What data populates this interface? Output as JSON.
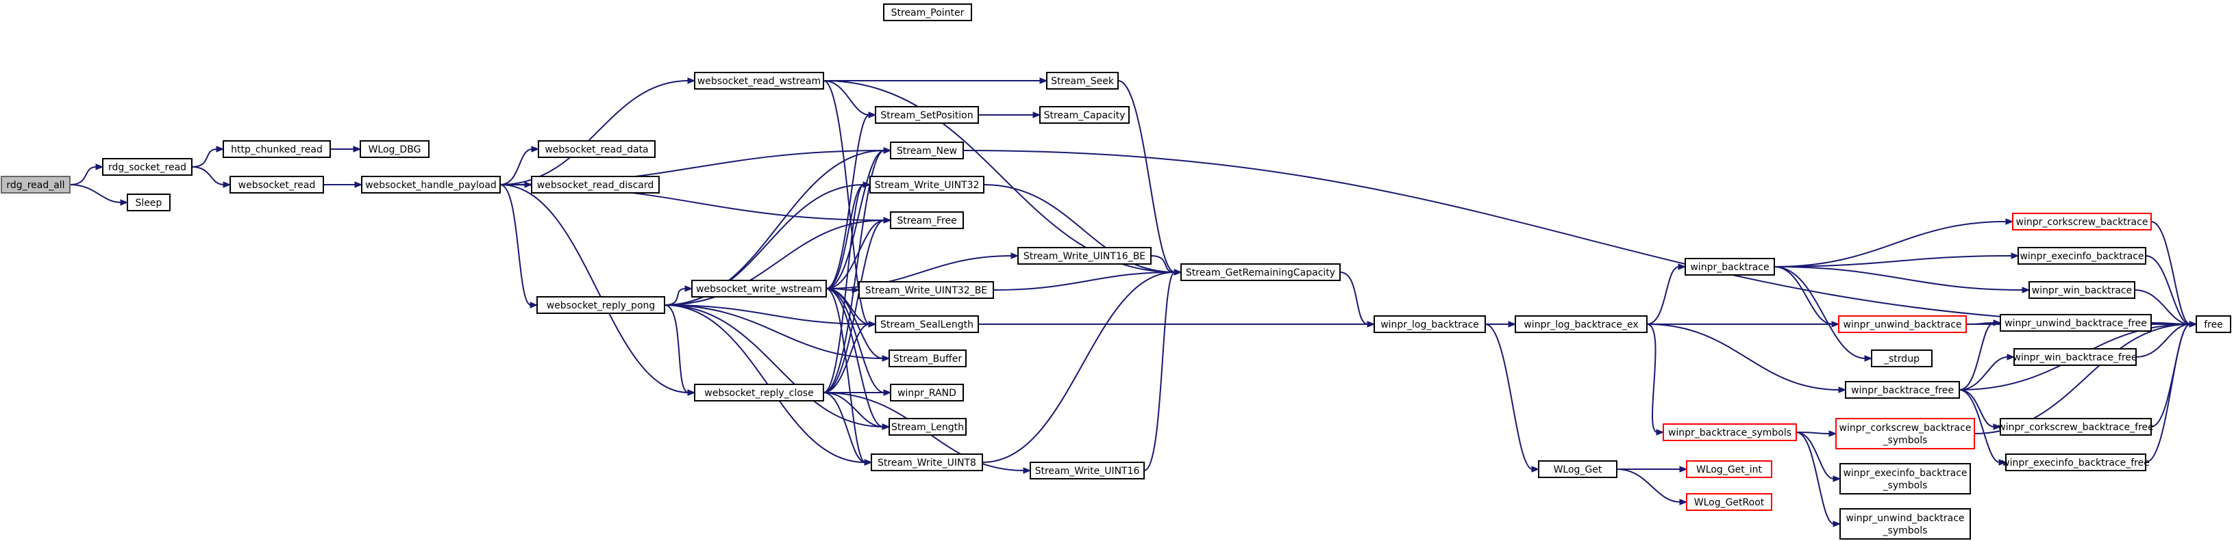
{
  "colors": {
    "edge": "#191970",
    "node_fill": "#ffffff",
    "node_border": "#000000",
    "node_border_truncated": "#ff0000",
    "node_fill_focus": "#bfbfbf",
    "node_border_focus": "#666666"
  },
  "nodes": [
    {
      "id": "rdg_read_all",
      "lines": [
        "rdg_read_all"
      ],
      "kind": "focus"
    },
    {
      "id": "rdg_socket_read",
      "lines": [
        "rdg_socket_read"
      ],
      "kind": "normal"
    },
    {
      "id": "Sleep",
      "lines": [
        "Sleep"
      ],
      "kind": "normal"
    },
    {
      "id": "http_chunked_read",
      "lines": [
        "http_chunked_read"
      ],
      "kind": "normal"
    },
    {
      "id": "websocket_read",
      "lines": [
        "websocket_read"
      ],
      "kind": "normal"
    },
    {
      "id": "WLog_DBG",
      "lines": [
        "WLog_DBG"
      ],
      "kind": "normal"
    },
    {
      "id": "websocket_handle_payload",
      "lines": [
        "websocket_handle_payload"
      ],
      "kind": "normal"
    },
    {
      "id": "websocket_read_wstream",
      "lines": [
        "websocket_read_wstream"
      ],
      "kind": "normal"
    },
    {
      "id": "websocket_read_data",
      "lines": [
        "websocket_read_data"
      ],
      "kind": "normal"
    },
    {
      "id": "websocket_read_discard",
      "lines": [
        "websocket_read_discard"
      ],
      "kind": "normal"
    },
    {
      "id": "websocket_reply_pong",
      "lines": [
        "websocket_reply_pong"
      ],
      "kind": "normal"
    },
    {
      "id": "websocket_write_wstream",
      "lines": [
        "websocket_write_wstream"
      ],
      "kind": "normal"
    },
    {
      "id": "websocket_reply_close",
      "lines": [
        "websocket_reply_close"
      ],
      "kind": "normal"
    },
    {
      "id": "Stream_Pointer",
      "lines": [
        "Stream_Pointer"
      ],
      "kind": "normal"
    },
    {
      "id": "Stream_Seek",
      "lines": [
        "Stream_Seek"
      ],
      "kind": "normal"
    },
    {
      "id": "Stream_SetPosition",
      "lines": [
        "Stream_SetPosition"
      ],
      "kind": "normal"
    },
    {
      "id": "Stream_Capacity",
      "lines": [
        "Stream_Capacity"
      ],
      "kind": "normal"
    },
    {
      "id": "Stream_New",
      "lines": [
        "Stream_New"
      ],
      "kind": "normal"
    },
    {
      "id": "Stream_Write_UINT32",
      "lines": [
        "Stream_Write_UINT32"
      ],
      "kind": "normal"
    },
    {
      "id": "Stream_Free",
      "lines": [
        "Stream_Free"
      ],
      "kind": "normal"
    },
    {
      "id": "Stream_Write_UINT16_BE",
      "lines": [
        "Stream_Write_UINT16_BE"
      ],
      "kind": "normal"
    },
    {
      "id": "Stream_Write_UINT32_BE",
      "lines": [
        "Stream_Write_UINT32_BE"
      ],
      "kind": "normal"
    },
    {
      "id": "Stream_GetRemainingCapacity",
      "lines": [
        "Stream_GetRemainingCapacity"
      ],
      "kind": "normal"
    },
    {
      "id": "Stream_SealLength",
      "lines": [
        "Stream_SealLength"
      ],
      "kind": "normal"
    },
    {
      "id": "Stream_Buffer",
      "lines": [
        "Stream_Buffer"
      ],
      "kind": "normal"
    },
    {
      "id": "winpr_RAND",
      "lines": [
        "winpr_RAND"
      ],
      "kind": "normal"
    },
    {
      "id": "Stream_Length",
      "lines": [
        "Stream_Length"
      ],
      "kind": "normal"
    },
    {
      "id": "Stream_Write_UINT8",
      "lines": [
        "Stream_Write_UINT8"
      ],
      "kind": "normal"
    },
    {
      "id": "Stream_Write_UINT16",
      "lines": [
        "Stream_Write_UINT16"
      ],
      "kind": "normal"
    },
    {
      "id": "winpr_log_backtrace",
      "lines": [
        "winpr_log_backtrace"
      ],
      "kind": "normal"
    },
    {
      "id": "winpr_log_backtrace_ex",
      "lines": [
        "winpr_log_backtrace_ex"
      ],
      "kind": "normal"
    },
    {
      "id": "WLog_Get",
      "lines": [
        "WLog_Get"
      ],
      "kind": "normal"
    },
    {
      "id": "WLog_Get_int",
      "lines": [
        "WLog_Get_int"
      ],
      "kind": "truncated"
    },
    {
      "id": "WLog_GetRoot",
      "lines": [
        "WLog_GetRoot"
      ],
      "kind": "truncated"
    },
    {
      "id": "winpr_backtrace",
      "lines": [
        "winpr_backtrace"
      ],
      "kind": "normal"
    },
    {
      "id": "winpr_backtrace_symbols",
      "lines": [
        "winpr_backtrace_symbols"
      ],
      "kind": "truncated"
    },
    {
      "id": "winpr_backtrace_free",
      "lines": [
        "winpr_backtrace_free"
      ],
      "kind": "normal"
    },
    {
      "id": "winpr_corkscrew_backtrace",
      "lines": [
        "winpr_corkscrew_backtrace"
      ],
      "kind": "truncated"
    },
    {
      "id": "winpr_execinfo_backtrace",
      "lines": [
        "winpr_execinfo_backtrace"
      ],
      "kind": "normal"
    },
    {
      "id": "winpr_win_backtrace",
      "lines": [
        "winpr_win_backtrace"
      ],
      "kind": "normal"
    },
    {
      "id": "winpr_unwind_backtrace",
      "lines": [
        "winpr_unwind_backtrace"
      ],
      "kind": "truncated"
    },
    {
      "id": "_strdup",
      "lines": [
        "_strdup"
      ],
      "kind": "normal"
    },
    {
      "id": "winpr_unwind_backtrace_free",
      "lines": [
        "winpr_unwind_backtrace_free"
      ],
      "kind": "normal"
    },
    {
      "id": "winpr_win_backtrace_free",
      "lines": [
        "winpr_win_backtrace_free"
      ],
      "kind": "normal"
    },
    {
      "id": "winpr_corkscrew_backtrace_free",
      "lines": [
        "winpr_corkscrew_backtrace_free"
      ],
      "kind": "normal"
    },
    {
      "id": "winpr_execinfo_backtrace_free",
      "lines": [
        "winpr_execinfo_backtrace_free"
      ],
      "kind": "normal"
    },
    {
      "id": "winpr_corkscrew_backtrace_symbols",
      "lines": [
        "winpr_corkscrew_backtrace",
        "_symbols"
      ],
      "kind": "truncated"
    },
    {
      "id": "winpr_execinfo_backtrace_symbols",
      "lines": [
        "winpr_execinfo_backtrace",
        "_symbols"
      ],
      "kind": "normal"
    },
    {
      "id": "winpr_unwind_backtrace_symbols",
      "lines": [
        "winpr_unwind_backtrace",
        "_symbols"
      ],
      "kind": "normal"
    },
    {
      "id": "free",
      "lines": [
        "free"
      ],
      "kind": "normal"
    }
  ],
  "edges": [
    [
      "rdg_read_all",
      "rdg_socket_read"
    ],
    [
      "rdg_read_all",
      "Sleep"
    ],
    [
      "rdg_socket_read",
      "http_chunked_read"
    ],
    [
      "rdg_socket_read",
      "websocket_read"
    ],
    [
      "http_chunked_read",
      "WLog_DBG"
    ],
    [
      "websocket_read",
      "websocket_handle_payload"
    ],
    [
      "websocket_handle_payload",
      "websocket_read_wstream"
    ],
    [
      "websocket_handle_payload",
      "Stream_New"
    ],
    [
      "websocket_handle_payload",
      "websocket_read_data"
    ],
    [
      "websocket_handle_payload",
      "websocket_read_discard"
    ],
    [
      "websocket_handle_payload",
      "Stream_Free"
    ],
    [
      "websocket_handle_payload",
      "websocket_reply_pong"
    ],
    [
      "websocket_handle_payload",
      "websocket_reply_close"
    ],
    [
      "websocket_read_wstream",
      "Stream_GetRemainingCapacity"
    ],
    [
      "websocket_read_wstream",
      "Stream_Seek"
    ],
    [
      "websocket_read_wstream",
      "Stream_SetPosition"
    ],
    [
      "websocket_read_wstream",
      "Stream_SealLength"
    ],
    [
      "Stream_Seek",
      "Stream_GetRemainingCapacity"
    ],
    [
      "Stream_SetPosition",
      "Stream_Capacity"
    ],
    [
      "Stream_New",
      "free"
    ],
    [
      "Stream_Write_UINT32",
      "Stream_GetRemainingCapacity"
    ],
    [
      "Stream_Write_UINT16_BE",
      "Stream_GetRemainingCapacity"
    ],
    [
      "Stream_Write_UINT32_BE",
      "Stream_GetRemainingCapacity"
    ],
    [
      "Stream_SealLength",
      "winpr_log_backtrace"
    ],
    [
      "Stream_Write_UINT8",
      "Stream_GetRemainingCapacity"
    ],
    [
      "Stream_Write_UINT16",
      "Stream_GetRemainingCapacity"
    ],
    [
      "Stream_GetRemainingCapacity",
      "winpr_log_backtrace"
    ],
    [
      "websocket_reply_pong",
      "Stream_New"
    ],
    [
      "websocket_reply_pong",
      "Stream_Write_UINT32"
    ],
    [
      "websocket_reply_pong",
      "Stream_Free"
    ],
    [
      "websocket_reply_pong",
      "websocket_write_wstream"
    ],
    [
      "websocket_reply_pong",
      "Stream_SealLength"
    ],
    [
      "websocket_reply_pong",
      "Stream_Buffer"
    ],
    [
      "websocket_reply_pong",
      "websocket_reply_close"
    ],
    [
      "websocket_reply_pong",
      "Stream_Length"
    ],
    [
      "websocket_reply_pong",
      "Stream_Write_UINT8"
    ],
    [
      "websocket_write_wstream",
      "Stream_SetPosition"
    ],
    [
      "websocket_write_wstream",
      "Stream_New"
    ],
    [
      "websocket_write_wstream",
      "Stream_Write_UINT32"
    ],
    [
      "websocket_write_wstream",
      "Stream_Free"
    ],
    [
      "websocket_write_wstream",
      "Stream_Write_UINT16_BE"
    ],
    [
      "websocket_write_wstream",
      "Stream_Write_UINT32_BE"
    ],
    [
      "websocket_write_wstream",
      "Stream_SealLength"
    ],
    [
      "websocket_write_wstream",
      "Stream_Buffer"
    ],
    [
      "websocket_write_wstream",
      "winpr_RAND"
    ],
    [
      "websocket_write_wstream",
      "Stream_Length"
    ],
    [
      "websocket_write_wstream",
      "Stream_Write_UINT8"
    ],
    [
      "websocket_reply_close",
      "Stream_New"
    ],
    [
      "websocket_reply_close",
      "Stream_Write_UINT32"
    ],
    [
      "websocket_reply_close",
      "Stream_Free"
    ],
    [
      "websocket_reply_close",
      "Stream_SealLength"
    ],
    [
      "websocket_reply_close",
      "winpr_RAND"
    ],
    [
      "websocket_reply_close",
      "Stream_Length"
    ],
    [
      "websocket_reply_close",
      "Stream_Write_UINT8"
    ],
    [
      "websocket_reply_close",
      "Stream_Write_UINT16"
    ],
    [
      "winpr_log_backtrace",
      "winpr_log_backtrace_ex"
    ],
    [
      "winpr_log_backtrace",
      "WLog_Get"
    ],
    [
      "WLog_Get",
      "WLog_Get_int"
    ],
    [
      "WLog_Get",
      "WLog_GetRoot"
    ],
    [
      "winpr_log_backtrace_ex",
      "winpr_backtrace"
    ],
    [
      "winpr_log_backtrace_ex",
      "winpr_backtrace_symbols"
    ],
    [
      "winpr_log_backtrace_ex",
      "winpr_backtrace_free"
    ],
    [
      "winpr_log_backtrace_ex",
      "free"
    ],
    [
      "winpr_backtrace",
      "winpr_corkscrew_backtrace"
    ],
    [
      "winpr_backtrace",
      "winpr_execinfo_backtrace"
    ],
    [
      "winpr_backtrace",
      "winpr_win_backtrace"
    ],
    [
      "winpr_backtrace",
      "winpr_unwind_backtrace"
    ],
    [
      "winpr_backtrace",
      "_strdup"
    ],
    [
      "winpr_corkscrew_backtrace",
      "free"
    ],
    [
      "winpr_execinfo_backtrace",
      "free"
    ],
    [
      "winpr_win_backtrace",
      "free"
    ],
    [
      "winpr_unwind_backtrace",
      "winpr_unwind_backtrace_free"
    ],
    [
      "winpr_unwind_backtrace_free",
      "free"
    ],
    [
      "winpr_win_backtrace_free",
      "free"
    ],
    [
      "winpr_corkscrew_backtrace_free",
      "free"
    ],
    [
      "winpr_execinfo_backtrace_free",
      "free"
    ],
    [
      "winpr_backtrace_free",
      "winpr_unwind_backtrace_free"
    ],
    [
      "winpr_backtrace_free",
      "winpr_win_backtrace_free"
    ],
    [
      "winpr_backtrace_free",
      "winpr_corkscrew_backtrace_free"
    ],
    [
      "winpr_backtrace_free",
      "winpr_execinfo_backtrace_free"
    ],
    [
      "winpr_backtrace_free",
      "free"
    ],
    [
      "winpr_backtrace_symbols",
      "winpr_corkscrew_backtrace_symbols"
    ],
    [
      "winpr_backtrace_symbols",
      "winpr_execinfo_backtrace_symbols"
    ],
    [
      "winpr_backtrace_symbols",
      "winpr_unwind_backtrace_symbols"
    ],
    [
      "winpr_corkscrew_backtrace_symbols",
      "free"
    ]
  ]
}
